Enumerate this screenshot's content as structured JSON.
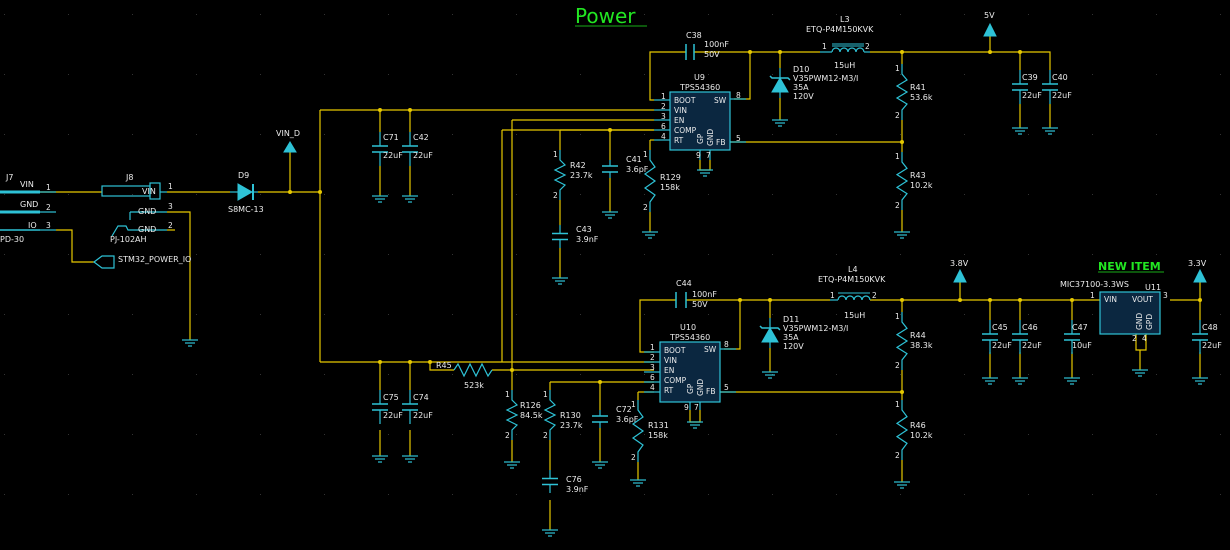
{
  "sheet": {
    "title": "Power",
    "new_item": "NEW ITEM"
  },
  "power_ports": {
    "vin_d": "VIN_D",
    "p5v": "5V",
    "p38v": "3.8V",
    "p33v": "3.3V"
  },
  "connectors": {
    "j7": {
      "ref": "J7",
      "value": "PD-30",
      "pins": [
        {
          "num": "1",
          "name": "VIN"
        },
        {
          "num": "2",
          "name": "GND"
        },
        {
          "num": "3",
          "name": "IO"
        }
      ]
    },
    "j8": {
      "ref": "J8",
      "value": "PJ-102AH",
      "pins": [
        {
          "num": "1",
          "name": "VIN"
        },
        {
          "num": "3",
          "name": "GND"
        },
        {
          "num": "2",
          "name": "GND"
        }
      ]
    },
    "stm_port": "STM32_POWER_IO"
  },
  "diode_d9": {
    "ref": "D9",
    "value": "S8MC-13"
  },
  "regulators": [
    {
      "ref": "U9",
      "part": "TPS54360"
    },
    {
      "ref": "U10",
      "part": "TPS54360"
    }
  ],
  "ic_pins": {
    "boot": "BOOT",
    "vin": "VIN",
    "en": "EN",
    "comp": "COMP",
    "rt": "RT",
    "sw": "SW",
    "fb": "FB",
    "gp": "GP",
    "gnd": "GND"
  },
  "ldo": {
    "ref": "U11",
    "part": "MIC37100-3.3WS",
    "vin": "VIN",
    "vout": "VOUT",
    "gnd": "GND",
    "gpd": "GPD"
  },
  "inductors": [
    {
      "ref": "L3",
      "part": "ETQ-P4M150KVK",
      "value": "15uH"
    },
    {
      "ref": "L4",
      "part": "ETQ-P4M150KVK",
      "value": "15uH"
    }
  ],
  "schottky": [
    {
      "ref": "D10",
      "part": "V35PWM12-M3/I",
      "current": "35A",
      "voltage": "120V"
    },
    {
      "ref": "D11",
      "part": "V35PWM12-M3/I",
      "current": "35A",
      "voltage": "120V"
    }
  ],
  "capacitors": {
    "c38": {
      "ref": "C38",
      "value": "100nF",
      "voltage": "50V"
    },
    "c44": {
      "ref": "C44",
      "value": "100nF",
      "voltage": "50V"
    },
    "c71": {
      "ref": "C71",
      "value": "22uF"
    },
    "c42": {
      "ref": "C42",
      "value": "22uF"
    },
    "c75": {
      "ref": "C75",
      "value": "22uF"
    },
    "c74": {
      "ref": "C74",
      "value": "22uF"
    },
    "c39": {
      "ref": "C39",
      "value": "22uF"
    },
    "c40": {
      "ref": "C40",
      "value": "22uF"
    },
    "c45": {
      "ref": "C45",
      "value": "22uF"
    },
    "c46": {
      "ref": "C46",
      "value": "22uF"
    },
    "c47": {
      "ref": "C47",
      "value": "10uF"
    },
    "c48": {
      "ref": "C48",
      "value": "22uF"
    },
    "c41": {
      "ref": "C41",
      "value": "3.6pF"
    },
    "c72": {
      "ref": "C72",
      "value": "3.6pF"
    },
    "c43": {
      "ref": "C43",
      "value": "3.9nF"
    },
    "c76": {
      "ref": "C76",
      "value": "3.9nF"
    }
  },
  "resistors": {
    "r41": {
      "ref": "R41",
      "value": "53.6k"
    },
    "r43": {
      "ref": "R43",
      "value": "10.2k"
    },
    "r42": {
      "ref": "R42",
      "value": "23.7k"
    },
    "r129": {
      "ref": "R129",
      "value": "158k"
    },
    "r44": {
      "ref": "R44",
      "value": "38.3k"
    },
    "r46": {
      "ref": "R46",
      "value": "10.2k"
    },
    "r45": {
      "ref": "R45",
      "value": "523k"
    },
    "r126": {
      "ref": "R126",
      "value": "84.5k"
    },
    "r130": {
      "ref": "R130",
      "value": "23.7k"
    },
    "r131": {
      "ref": "R131",
      "value": "158k"
    }
  },
  "pin_numbers": [
    "1",
    "2",
    "3",
    "4",
    "5",
    "6",
    "7",
    "8",
    "9"
  ],
  "colors": {
    "wire": "#e6c800",
    "part": "#2ec2d6",
    "title": "#22e622",
    "background": "#000000"
  }
}
